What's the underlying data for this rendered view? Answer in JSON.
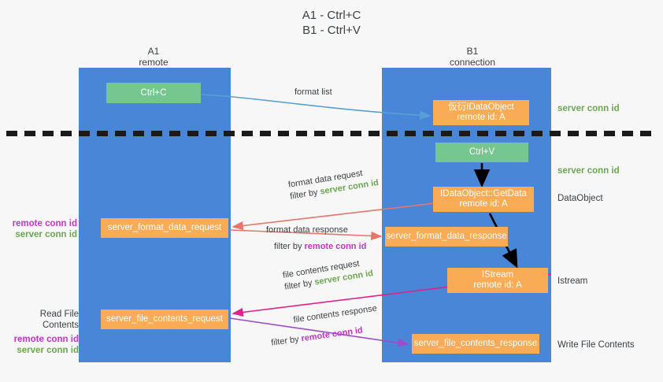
{
  "title": {
    "line1": "A1 - Ctrl+C",
    "line2": "B1 - Ctrl+V"
  },
  "columns": {
    "a1": {
      "name": "A1",
      "sub": "remote"
    },
    "b1": {
      "name": "B1",
      "sub": "connection"
    }
  },
  "colors": {
    "lane": "#4a86d8",
    "green_box": "#76c68f",
    "orange_box": "#f9ab55",
    "server_conn_text": "#6aa84f",
    "remote_conn_text": "#c832c8",
    "arrow_blue": "#56a0d3",
    "arrow_red": "#e8756b",
    "arrow_magenta": "#e0218a",
    "arrow_purple": "#9b4dca",
    "arrow_black": "#000000",
    "background": "#f7f7f7",
    "text": "#3c4043"
  },
  "boxes": {
    "ctrl_c": {
      "label": "Ctrl+C",
      "style": "green"
    },
    "idataobject_first": {
      "label": "仮衍IDataObject",
      "sub": "remote id: A",
      "style": "orange"
    },
    "ctrl_v": {
      "label": "Ctrl+V",
      "style": "green"
    },
    "idataobject_getdata": {
      "label": "IDataObject::GetData",
      "sub": "remote id: A",
      "style": "orange"
    },
    "server_format_data_request": {
      "label": "server_format_data_request",
      "style": "orange"
    },
    "server_format_data_response": {
      "label": "server_format_data_response",
      "style": "orange"
    },
    "istream": {
      "label": "IStream",
      "sub": "remote id: A",
      "style": "orange"
    },
    "server_file_contents_request": {
      "label": "server_file_contents_request",
      "style": "orange"
    },
    "server_file_contents_response": {
      "label": "server_file_contents_response",
      "style": "orange"
    }
  },
  "edge_labels": {
    "format_list": "format list",
    "format_data_request": "format data request",
    "format_data_request_filter_prefix": "filter by ",
    "format_data_request_filter_key": "server conn id",
    "format_data_response": "format data response",
    "format_data_response_filter_prefix": "filter by ",
    "format_data_response_filter_key": "remote conn id",
    "file_contents_request": "file contents request",
    "file_contents_request_filter_prefix": "filter by ",
    "file_contents_request_filter_key": "server conn id",
    "file_contents_response": "file contents response",
    "file_contents_response_filter_prefix": "filter by ",
    "file_contents_response_filter_key": "remote conn id"
  },
  "annotations": {
    "server_conn_id_top": "server conn id",
    "server_conn_id_mid": "server conn id",
    "dataobject": "DataObject",
    "istream": "Istream",
    "write_file_contents": "Write File Contents",
    "read_file_contents": "Read File Contents",
    "remote_conn_id": "remote conn id",
    "server_conn_id": "server conn id"
  }
}
